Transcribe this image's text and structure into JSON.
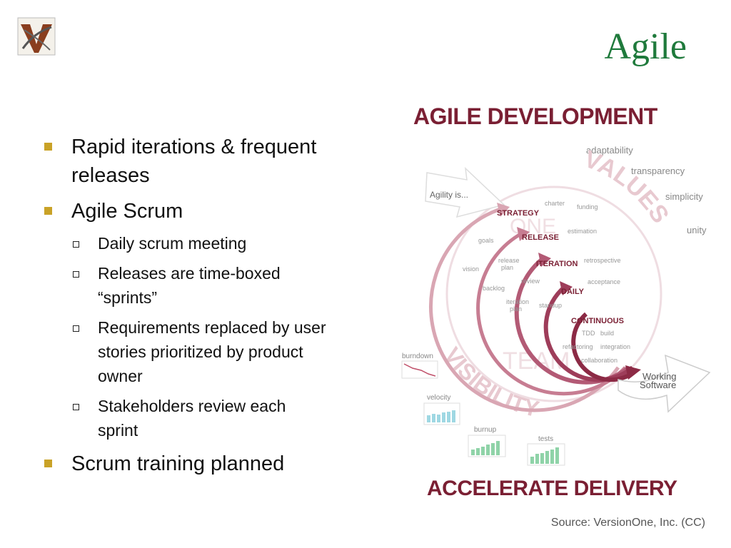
{
  "slide": {
    "title": "Agile",
    "source": "Source: VersionOne, Inc. (CC)",
    "bullets": [
      {
        "text": "Rapid iterations & frequent releases"
      },
      {
        "text": "Agile Scrum"
      },
      {
        "text": "Scrum training planned"
      }
    ],
    "sub_bullets": [
      "Daily scrum meeting",
      "Releases are time-boxed “sprints”",
      "Requirements replaced by user stories prioritized by product owner",
      "Stakeholders review each sprint"
    ]
  },
  "diagram": {
    "title": "AGILE DEVELOPMENT",
    "footer": "ACCELERATE DELIVERY",
    "values_word": "VALUES",
    "visibility_word": "VISIBILITY",
    "agility": "Agility is...",
    "working_software_1": "Working",
    "working_software_2": "Software",
    "one": "ONE",
    "team": "TEAM",
    "values_list": [
      "adaptability",
      "transparency",
      "simplicity",
      "unity"
    ],
    "levels": [
      "STRATEGY",
      "RELEASE",
      "ITERATION",
      "DAILY",
      "CONTINUOUS"
    ],
    "practices": {
      "charter": "charter",
      "funding": "funding",
      "estimation": "estimation",
      "goals": "goals",
      "vision": "vision",
      "release_plan_1": "release",
      "release_plan_2": "plan",
      "retrospective": "retrospective",
      "review": "review",
      "acceptance": "acceptance",
      "backlog": "backlog",
      "iteration_plan_1": "iteration",
      "iteration_plan_2": "plan",
      "standup": "standup",
      "tdd": "TDD",
      "build": "build",
      "refactoring": "refactoring",
      "integration": "integration",
      "collaboration": "collaboration"
    },
    "metrics": [
      "burndown",
      "velocity",
      "burnup",
      "tests"
    ],
    "colors": {
      "title": "#7a1f33",
      "arrow": "#8c2a45",
      "faded": "#e8c9d0",
      "green": "#8fd3a8",
      "cyan": "#9fd8e3"
    }
  }
}
